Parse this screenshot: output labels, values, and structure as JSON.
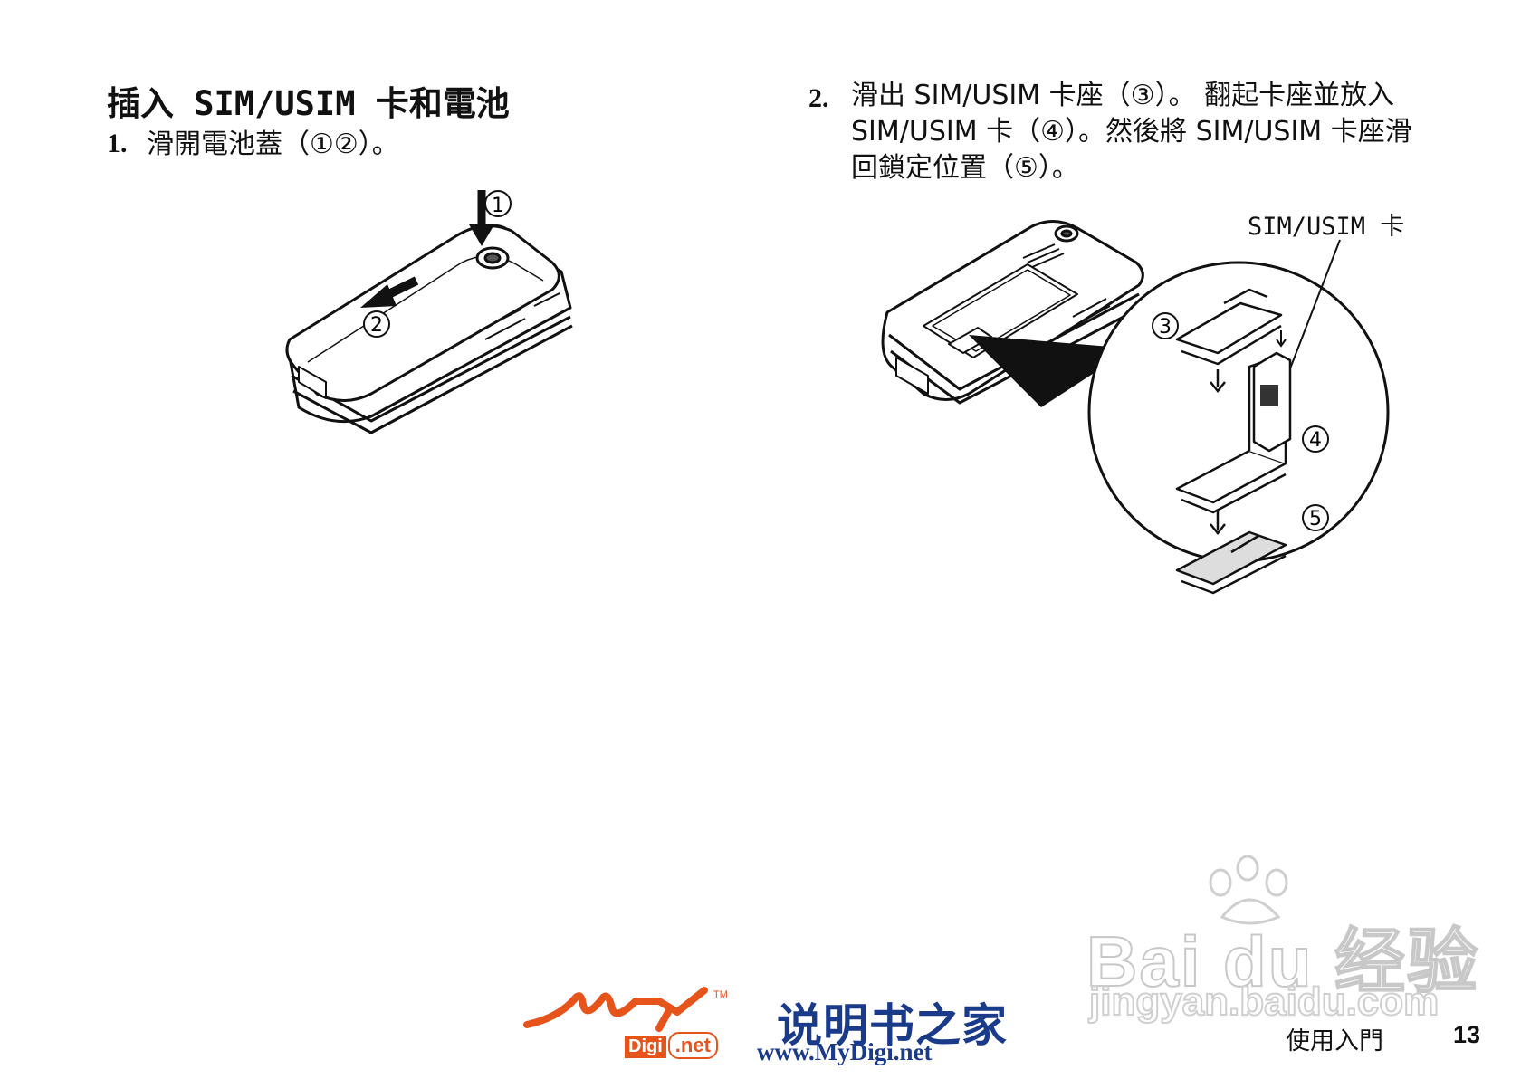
{
  "page": {
    "title": "插入 SIM/USIM 卡和電池",
    "section_name": "使用入門",
    "page_number": "13"
  },
  "steps": [
    {
      "number": "1.",
      "lines": [
        "滑開電池蓋（①②）。"
      ]
    },
    {
      "number": "2.",
      "lines": [
        "滑出 SIM/USIM 卡座（③）。 翻起卡座並放入",
        "SIM/USIM 卡（④）。然後將 SIM/USIM 卡座滑",
        "回鎖定位置（⑤）。"
      ]
    }
  ],
  "figure1": {
    "callouts": [
      "①",
      "②"
    ]
  },
  "figure2": {
    "card_label": "SIM/USIM 卡",
    "callouts": [
      "③",
      "④",
      "⑤"
    ]
  },
  "logos": {
    "mydigi_tm": "TM",
    "mydigi_box": "Digi",
    "mydigi_net": ".net",
    "site_name": "说明书之家",
    "site_url": "www.MyDigi.net"
  },
  "watermark": {
    "main": "Bai du 经验",
    "sub": "jingyan.baidu.com"
  },
  "colors": {
    "logo_orange": "#e6541c",
    "logo_blue": "#1a3a8a",
    "watermark_gray": "#c8c8c8"
  }
}
